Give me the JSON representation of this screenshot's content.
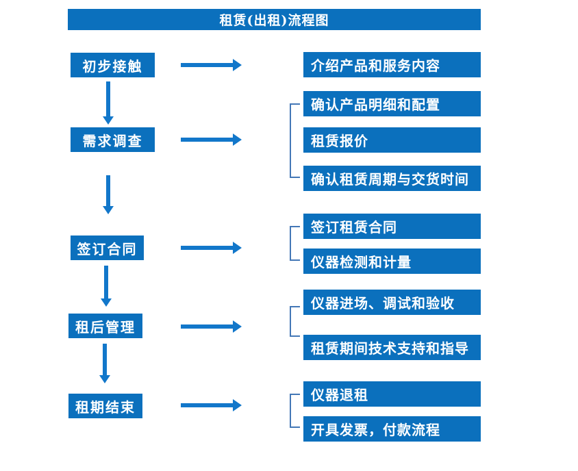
{
  "title": "租赁(出租)流程图",
  "colors": {
    "box_blue": "#0B70BD",
    "arrow_blue": "#1277CA",
    "bracket_blue": "#4377B6",
    "text_white": "#FFFFFF",
    "background": "#FFFFFF"
  },
  "stages": [
    {
      "label": "初步接触",
      "details": [
        "介绍产品和服务内容"
      ]
    },
    {
      "label": "需求调查",
      "details": [
        "确认产品明细和配置",
        "租赁报价",
        "确认租赁周期与交货时间"
      ]
    },
    {
      "label": "签订合同",
      "details": [
        "签订租赁合同",
        "仪器检测和计量"
      ]
    },
    {
      "label": "租后管理",
      "details": [
        "仪器进场、调试和验收",
        "租赁期间技术支持和指导"
      ]
    },
    {
      "label": "租期结束",
      "details": [
        "仪器退租",
        "开具发票，付款流程"
      ]
    }
  ]
}
